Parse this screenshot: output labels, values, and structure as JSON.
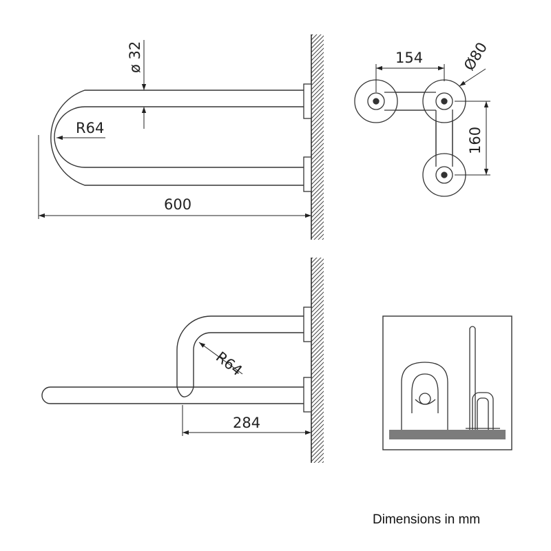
{
  "dimensions": {
    "tube_diameter": "ø 32",
    "bend_radius_top": "R64",
    "length": "600",
    "flange_spacing_horizontal": "154",
    "flange_diameter": "Ø80",
    "flange_spacing_vertical": "160",
    "bend_radius_side": "R64",
    "side_offset": "284"
  },
  "note": "Dimensions in mm"
}
